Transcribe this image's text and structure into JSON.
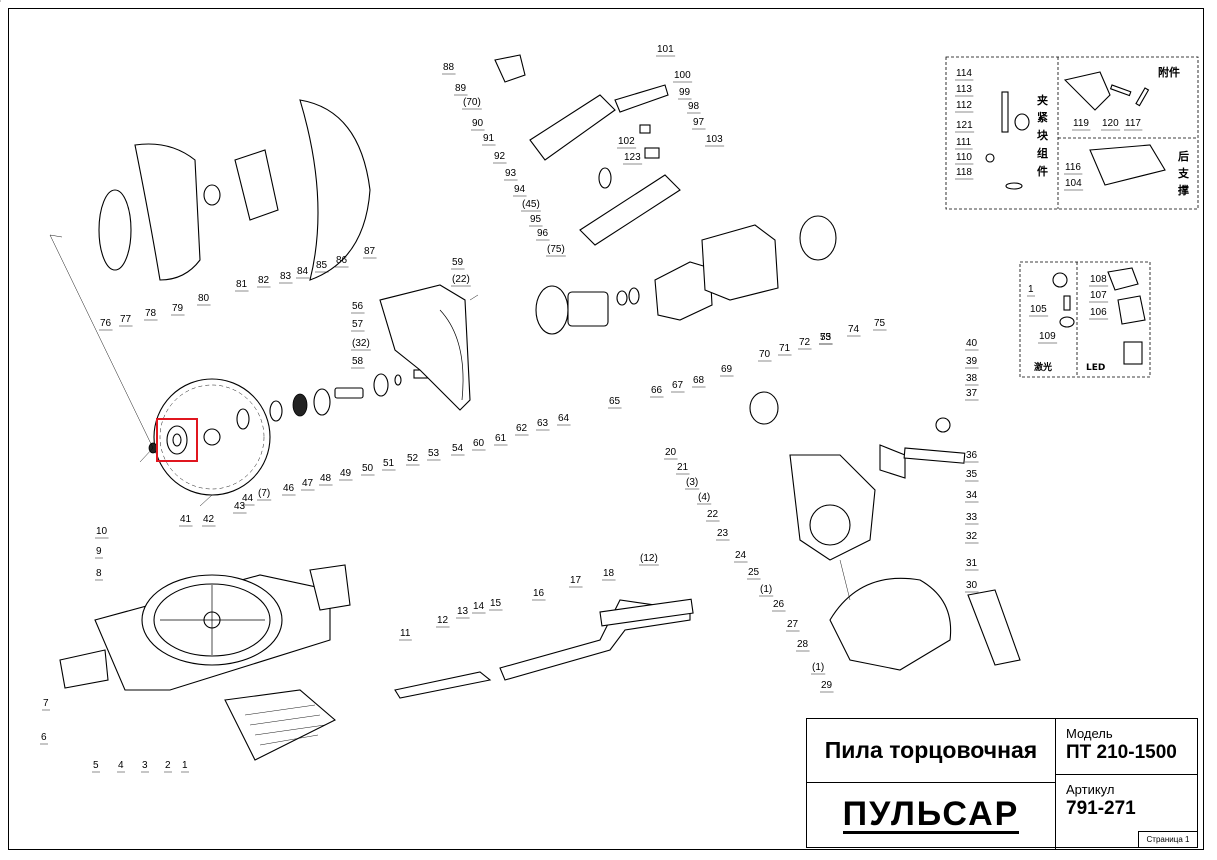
{
  "title_block": {
    "product_name": "Пила торцовочная",
    "brand_logo": "ПУЛЬСАР",
    "model_label": "Модель",
    "model_value": "ПТ 210-1500",
    "article_label": "Артикул",
    "article_value": "791-271",
    "page_label": "Страница 1"
  },
  "chinese_labels": {
    "clamp_assembly": [
      "夹",
      "紧",
      "块",
      "组",
      "件"
    ],
    "accessories": "附件",
    "rear_support": [
      "后",
      "支",
      "撑"
    ],
    "laser": "激光",
    "led": "LED"
  },
  "callouts": [
    "1",
    "2",
    "3",
    "4",
    "5",
    "6",
    "7",
    "8",
    "9",
    "10",
    "11",
    "12",
    "13",
    "14",
    "15",
    "16",
    "17",
    "18",
    "(12)",
    "20",
    "21",
    "(3)",
    "(4)",
    "22",
    "23",
    "24",
    "25",
    "(1)",
    "26",
    "27",
    "28",
    "(1)",
    "29",
    "30",
    "31",
    "32",
    "33",
    "34",
    "35",
    "36",
    "37",
    "38",
    "39",
    "40",
    "41",
    "42",
    "43",
    "44",
    "(7)",
    "46",
    "47",
    "48",
    "49",
    "50",
    "51",
    "52",
    "53",
    "54",
    "60",
    "61",
    "62",
    "63",
    "64",
    "65",
    "66",
    "67",
    "68",
    "69",
    "70",
    "71",
    "72",
    "73",
    "74",
    "75",
    "55",
    "56",
    "57",
    "(32)",
    "58",
    "59",
    "(22)",
    "76",
    "77",
    "78",
    "79",
    "80",
    "81",
    "82",
    "83",
    "84",
    "85",
    "86",
    "87",
    "88",
    "89",
    "(70)",
    "90",
    "91",
    "92",
    "93",
    "94",
    "(45)",
    "95",
    "96",
    "(75)",
    "101",
    "100",
    "99",
    "98",
    "97",
    "103",
    "102",
    "123",
    "114",
    "113",
    "112",
    "121",
    "111",
    "110",
    "118",
    "119",
    "120",
    "117",
    "116",
    "104",
    "1",
    "105",
    "109",
    "108",
    "107",
    "106"
  ],
  "highlight": {
    "color": "#e0161f"
  }
}
